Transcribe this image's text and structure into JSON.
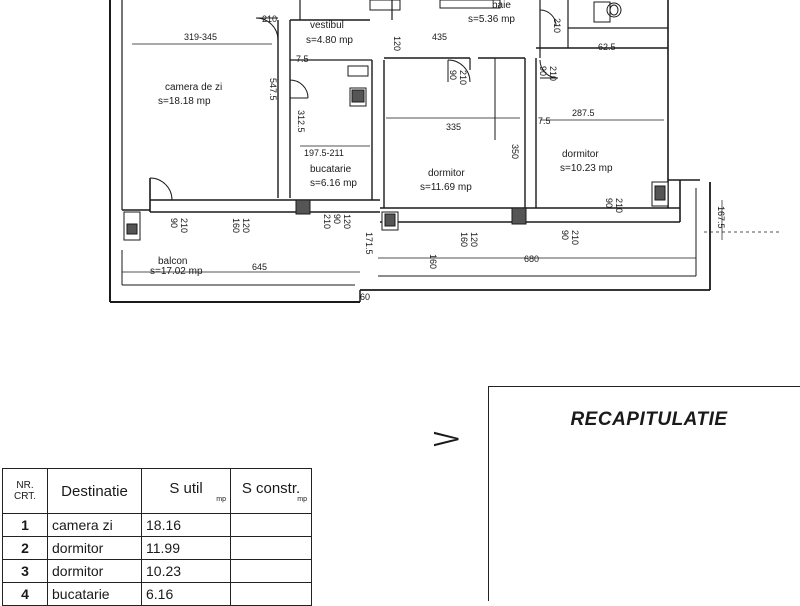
{
  "plan": {
    "rooms": {
      "camera_zi": {
        "name": "camera de zi",
        "area": "s=18.18 mp"
      },
      "vestibul": {
        "name": "vestibul",
        "area": "s=4.80 mp"
      },
      "baie": {
        "name": "baie",
        "area": "s=5.36 mp"
      },
      "bucatarie": {
        "name": "bucatarie",
        "area": "s=6.16 mp"
      },
      "dormitor1": {
        "name": "dormitor",
        "area": "s=11.69 mp"
      },
      "dormitor2": {
        "name": "dormitor",
        "area": "s=10.23 mp"
      },
      "balcon": {
        "name": "balcon",
        "area": "s=17.02 mp"
      }
    },
    "dims": {
      "d319": "319-345",
      "d210a": "210",
      "d547": "547.5",
      "d75a": "7.5",
      "d120a": "120",
      "d435": "435",
      "d210b": "210",
      "d90a": "90",
      "d210c": "210",
      "d90b": "90",
      "d210d": "210",
      "d62": "62.5",
      "d312": "312.5",
      "d197": "197.5-211",
      "d335": "335",
      "d75b": "7.5",
      "d287": "287.5",
      "d350": "350",
      "d90c": "90",
      "d210e": "210",
      "d160a": "160",
      "d120b": "120",
      "d210f": "210",
      "d90d": "90",
      "d120c": "120",
      "d171": "171.5",
      "d160b": "160",
      "d120d": "120",
      "d90e": "90",
      "d210g": "210",
      "d90f": "90",
      "d210h": "210",
      "d167": "167.5",
      "d645": "645",
      "d680": "680",
      "d160c": "160",
      "d60": "60"
    }
  },
  "recap": {
    "title": "RECAPITULATIE",
    "headers": {
      "nr": "NR.",
      "crt": "CRT.",
      "destinatie": "Destinatie",
      "s_util": "S util",
      "s_util_unit": "mp",
      "s_constr": "S constr.",
      "s_constr_unit": "mp"
    },
    "rows": [
      {
        "nr": "1",
        "destinatie": "camera zi",
        "s_util": "18.16",
        "s_constr": ""
      },
      {
        "nr": "2",
        "destinatie": "dormitor",
        "s_util": "11.99",
        "s_constr": ""
      },
      {
        "nr": "3",
        "destinatie": "dormitor",
        "s_util": "10.23",
        "s_constr": ""
      },
      {
        "nr": "4",
        "destinatie": "bucatarie",
        "s_util": "6.16",
        "s_constr": ""
      }
    ]
  },
  "margin_mark": "V"
}
